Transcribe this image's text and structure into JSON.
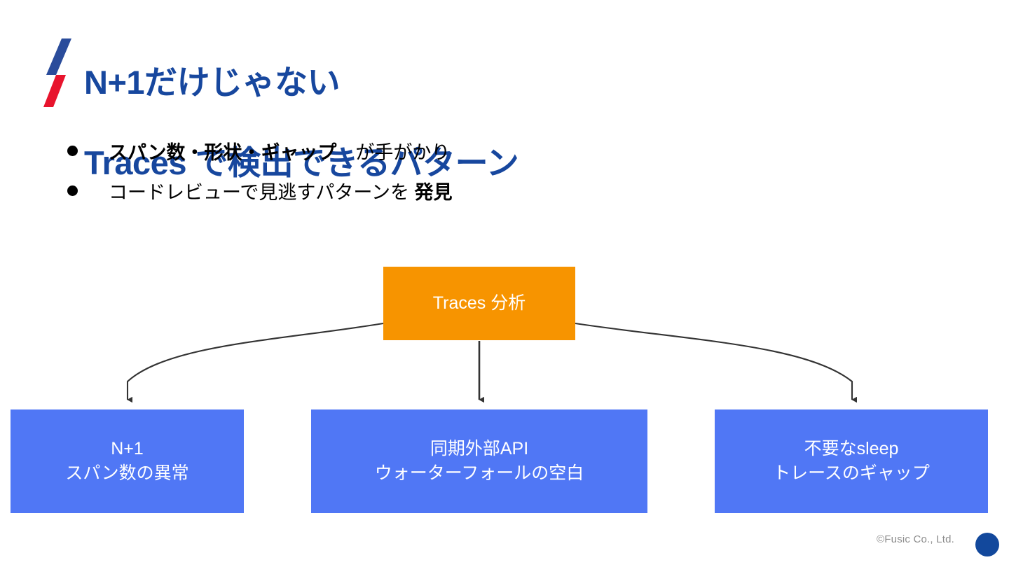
{
  "slide": {
    "background_color": "#FFFFFF",
    "title": {
      "line1": "N+1だけじゃない",
      "line2": "Traces で検出できるパターン",
      "color": "#17479E"
    },
    "accent": {
      "name": "diagonal-slash-accent",
      "top_color": "#2A4C9B",
      "bottom_color": "#E8142D"
    },
    "bullets": [
      {
        "marker": "bullet-dot",
        "strong": "スパン数・形状・ギャップ",
        "normal": "　が手がかり"
      },
      {
        "marker": "bullet-dot",
        "normal": "コードレビューで見逃すパターンを ",
        "strong": "発見"
      }
    ],
    "diagram": {
      "root": {
        "label": "Traces 分析",
        "color": "#F79400",
        "text_color": "#FFFFFF"
      },
      "leaves": [
        {
          "line1": "N+1",
          "line2": "スパン数の異常",
          "color": "#5077F5",
          "text_color": "#FFFFFF"
        },
        {
          "line1": "同期外部API",
          "line2": "ウォーターフォールの空白",
          "color": "#5077F5",
          "text_color": "#FFFFFF"
        },
        {
          "line1": "不要なsleep",
          "line2": "トレースのギャップ",
          "color": "#5077F5",
          "text_color": "#FFFFFF"
        }
      ],
      "connector_color": "#333333"
    },
    "footer": {
      "copyright": "©Fusic Co., Ltd.",
      "dot_color": "#12489C"
    }
  }
}
